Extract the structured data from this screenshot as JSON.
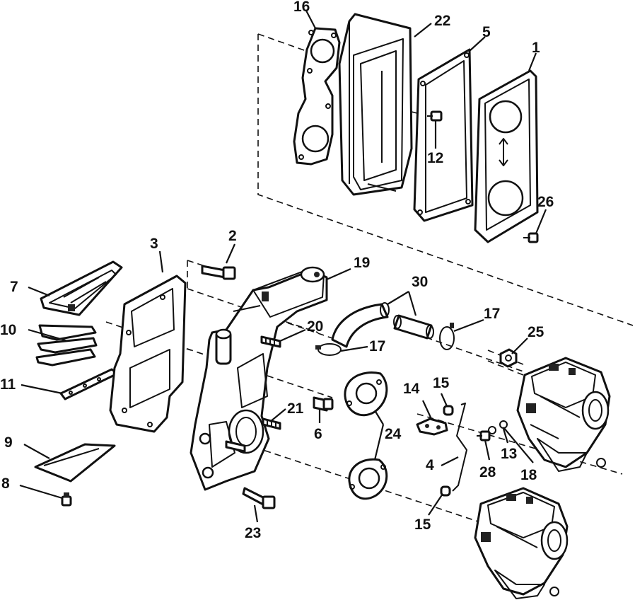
{
  "colors": {
    "ink": "#111111",
    "paper": "#ffffff"
  },
  "callouts": {
    "c1": "1",
    "c2": "2",
    "c3": "3",
    "c4": "4",
    "c5": "5",
    "c6": "6",
    "c7": "7",
    "c8": "8",
    "c9": "9",
    "c10": "10",
    "c11": "11",
    "c12": "12",
    "c13": "13",
    "c14": "14",
    "c15a": "15",
    "c15b": "15",
    "c16": "16",
    "c17a": "17",
    "c17b": "17",
    "c18": "18",
    "c19": "19",
    "c20": "20",
    "c21": "21",
    "c22": "22",
    "c23": "23",
    "c24": "24",
    "c25": "25",
    "c26": "26",
    "c28": "28",
    "c30": "30"
  }
}
